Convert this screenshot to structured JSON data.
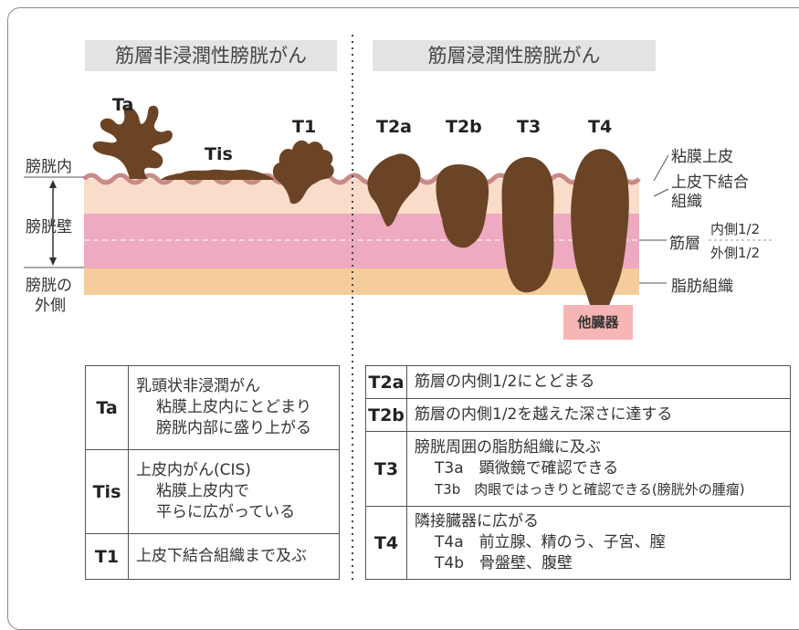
{
  "headers": {
    "non_invasive": "筋層非浸潤性膀胱がん",
    "invasive": "筋層浸潤性膀胱がん"
  },
  "stages": [
    {
      "id": "ta",
      "label": "Ta"
    },
    {
      "id": "tis",
      "label": "Tis"
    },
    {
      "id": "t1",
      "label": "T1"
    },
    {
      "id": "t2a",
      "label": "T2a"
    },
    {
      "id": "t2b",
      "label": "T2b"
    },
    {
      "id": "t3",
      "label": "T3"
    },
    {
      "id": "t4",
      "label": "T4"
    }
  ],
  "left_labels": {
    "inside": "膀胱内",
    "wall": "膀胱壁",
    "outside_1": "膀胱の",
    "outside_2": "外側"
  },
  "right_labels": {
    "mucosa": "粘膜上皮",
    "subepithelial_1": "上皮下結合",
    "subepithelial_2": "組織",
    "muscle": "筋層",
    "muscle_inner": "内側1/2",
    "muscle_outer": "外側1/2",
    "fat": "脂肪組織"
  },
  "other_organ": "他臓器",
  "colors": {
    "tumor": "#6b4426",
    "mucosa": "#c98a88",
    "subepithelial": "#f9dcc9",
    "muscle": "#eeaac0",
    "fat": "#f5cd9c",
    "header_bg": "#e3e3e3",
    "organ_box": "#f7b6b6"
  },
  "left_table": [
    {
      "key": "Ta",
      "lines": [
        "乳頭状非浸潤がん",
        "粘膜上皮内にとどまり",
        "膀胱内部に盛り上がる"
      ]
    },
    {
      "key": "Tis",
      "lines": [
        "上皮内がん(CIS)",
        "粘膜上皮内で",
        "平らに広がっている"
      ]
    },
    {
      "key": "T1",
      "lines": [
        "上皮下結合組織まで及ぶ"
      ]
    }
  ],
  "right_table": [
    {
      "key": "T2a",
      "lines": [
        "筋層の内側1/2にとどまる"
      ]
    },
    {
      "key": "T2b",
      "lines": [
        "筋層の内側1/2を越えた深さに達する"
      ]
    },
    {
      "key": "T3",
      "lines": [
        "膀胱周囲の脂肪組織に及ぶ",
        "T3a　顕微鏡で確認できる",
        "T3b　肉眼ではっきりと確認できる(膀胱外の腫瘤)"
      ]
    },
    {
      "key": "T4",
      "lines": [
        "隣接臓器に広がる",
        "T4a　前立腺、精のう、子宮、膣",
        "T4b　骨盤壁、腹壁"
      ]
    }
  ]
}
